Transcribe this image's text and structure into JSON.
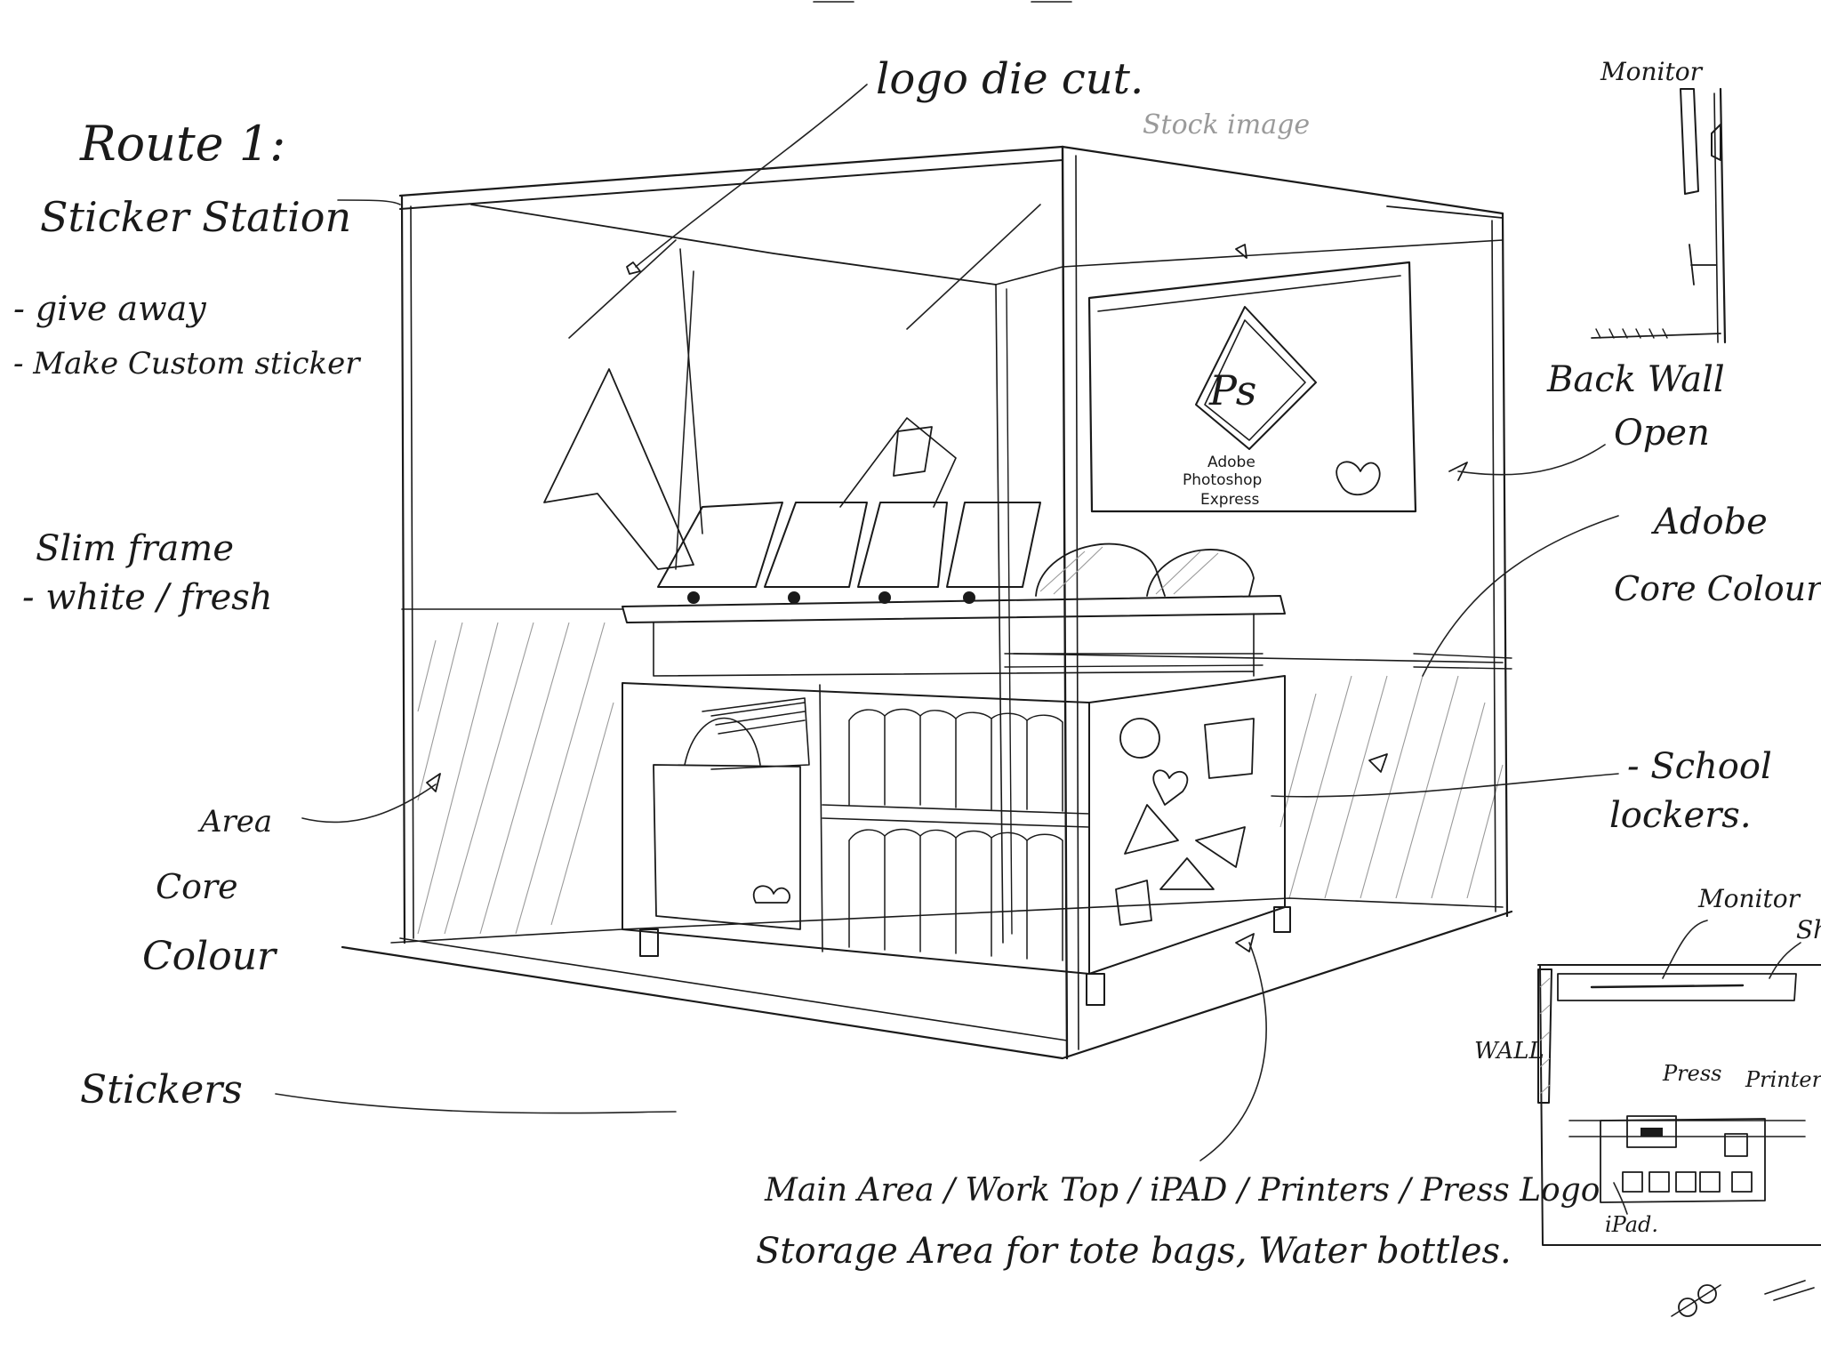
{
  "notes": {
    "route_title": "Route 1:",
    "route_subtitle": "Sticker Station",
    "bullet_1": "- give away",
    "bullet_2": "- Make Custom sticker",
    "slim_frame_1": "Slim frame",
    "slim_frame_2": "- white / fresh",
    "area_core_1": "Area",
    "area_core_2": "Core",
    "area_core_3": "Colour",
    "stickers": "Stickers",
    "logo_die_cut": "logo die cut.",
    "stock_image": "Stock image",
    "back_wall_1": "Back Wall",
    "back_wall_2": "Open",
    "adobe_core_1": "Adobe",
    "adobe_core_2": "Core Colour",
    "school_lockers_1": "- School",
    "school_lockers_2": "lockers.",
    "main_area": "Main Area / Work Top / iPAD / Printers / Press  Logo",
    "storage_area": "Storage Area for tote bags, Water bottles."
  },
  "booth": {
    "ps_logo": "Ps",
    "ps_caption_1": "Adobe",
    "ps_caption_2": "Photoshop",
    "ps_caption_3": "Express"
  },
  "side_view": {
    "monitor_label": "Monitor"
  },
  "floor_plan": {
    "monitor_label": "Monitor",
    "shelf_label": "Sh",
    "wall_label": "WALL",
    "press_label": "Press",
    "printers_label": "Printers",
    "ipad_label": "iPad."
  }
}
